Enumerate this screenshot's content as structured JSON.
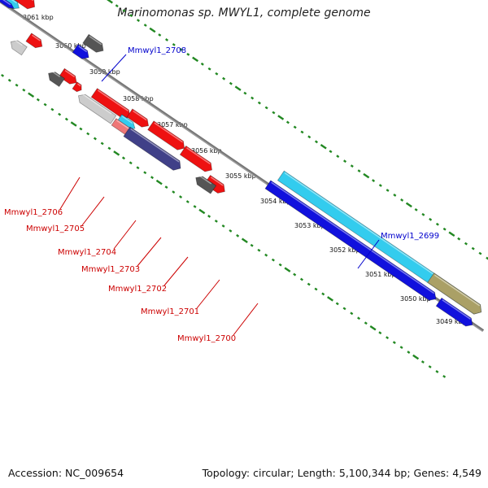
{
  "title": "Marinomonas sp. MWYL1, complete genome",
  "footer": {
    "accession": "Accession: NC_009654",
    "summary": "Topology: circular; Length: 5,100,344 bp; Genes: 4,549"
  },
  "colors": {
    "highlight_gene": "#ee1111",
    "gene_blue": "#1111dd",
    "gene_cyan": "#33ccee",
    "gene_dark_gray": "#555555",
    "gene_light_gray": "#cccccc",
    "gene_navy": "#404088",
    "gene_pink": "#ee7777",
    "gene_olive": "#aaa066",
    "tick_green": "#228822",
    "label_red": "#cc0000",
    "label_blue": "#0000cc"
  },
  "ruler_ticks": [
    {
      "label": "3061 kbp"
    },
    {
      "label": "3060 kbp"
    },
    {
      "label": "3059 kbp"
    },
    {
      "label": "3058 kbp"
    },
    {
      "label": "3057 kbp"
    },
    {
      "label": "3056 kbp"
    },
    {
      "label": "3055 kbp"
    },
    {
      "label": "3054 kbp"
    },
    {
      "label": "3053 kbp"
    },
    {
      "label": "3052 kbp"
    },
    {
      "label": "3051 kbp"
    },
    {
      "label": "3050 kbp"
    },
    {
      "label": "3049 kbp"
    }
  ],
  "gene_labels": [
    {
      "text": "Mmwyl1_2708",
      "color": "blue"
    },
    {
      "text": "Mmwyl1_2699",
      "color": "blue"
    },
    {
      "text": "Mmwyl1_2706",
      "color": "red"
    },
    {
      "text": "Mmwyl1_2705",
      "color": "red"
    },
    {
      "text": "Mmwyl1_2704",
      "color": "red"
    },
    {
      "text": "Mmwyl1_2703",
      "color": "red"
    },
    {
      "text": "Mmwyl1_2702",
      "color": "red"
    },
    {
      "text": "Mmwyl1_2701",
      "color": "red"
    },
    {
      "text": "Mmwyl1_2700",
      "color": "red"
    }
  ]
}
